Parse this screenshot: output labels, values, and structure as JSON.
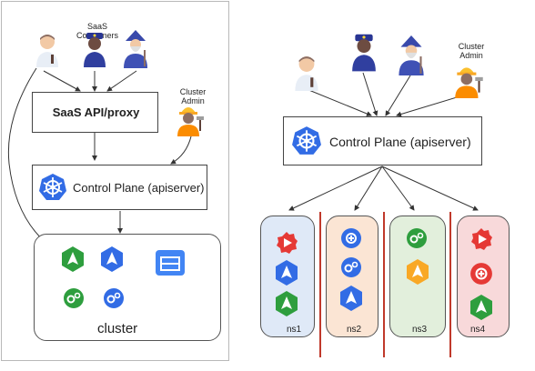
{
  "left": {
    "consumers_label": "SaaS Consumers",
    "api_box_label": "SaaS API/proxy",
    "admin_label_line1": "Cluster",
    "admin_label_line2": "Admin",
    "control_plane_label": "Control Plane (apiserver)",
    "cluster_label": "cluster"
  },
  "right": {
    "admin_label_line1": "Cluster",
    "admin_label_line2": "Admin",
    "control_plane_label": "Control Plane (apiserver)",
    "namespaces": [
      "ns1",
      "ns2",
      "ns3",
      "ns4"
    ]
  },
  "colors": {
    "ns1": "#dfe9f7",
    "ns2": "#fbe5d4",
    "ns3": "#e2efdc",
    "ns4": "#f8d9da",
    "k8s_blue": "#326ce5",
    "separator": "#c0392b"
  },
  "icons": [
    "person-icon",
    "police-officer-icon",
    "wizard-icon",
    "construction-worker-icon",
    "kubernetes-icon",
    "gear-icon",
    "app-icon",
    "storage-icon",
    "globe-icon"
  ]
}
